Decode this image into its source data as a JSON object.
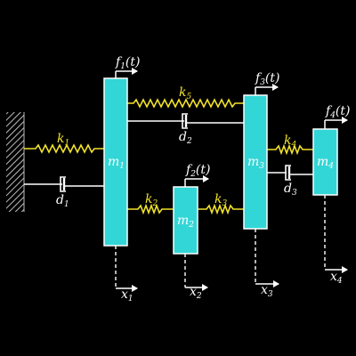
{
  "colors": {
    "background": "#000000",
    "mass_fill": "#33d6d6",
    "mass_stroke": "#ffffff",
    "spring": "#f2e32b",
    "damper": "#ffffff",
    "label_yellow": "#f2e32b",
    "label_white": "#ffffff",
    "wall_hatch": "#bbbbbb"
  },
  "masses": [
    {
      "label": "m",
      "sub": "1"
    },
    {
      "label": "m",
      "sub": "2"
    },
    {
      "label": "m",
      "sub": "3"
    },
    {
      "label": "m",
      "sub": "4"
    }
  ],
  "springs": [
    {
      "label": "k",
      "sub": "1"
    },
    {
      "label": "k",
      "sub": "2"
    },
    {
      "label": "k",
      "sub": "3"
    },
    {
      "label": "k",
      "sub": "4"
    },
    {
      "label": "k",
      "sub": "5"
    }
  ],
  "dampers": [
    {
      "label": "d",
      "sub": "1"
    },
    {
      "label": "d",
      "sub": "2"
    },
    {
      "label": "d",
      "sub": "3"
    }
  ],
  "forces": [
    {
      "label": "f",
      "sub": "1",
      "arg": "(t)"
    },
    {
      "label": "f",
      "sub": "2",
      "arg": "(t)"
    },
    {
      "label": "f",
      "sub": "3",
      "arg": "(t)"
    },
    {
      "label": "f",
      "sub": "4",
      "arg": "(t)"
    }
  ],
  "displacements": [
    {
      "label": "x",
      "sub": "1"
    },
    {
      "label": "x",
      "sub": "2"
    },
    {
      "label": "x",
      "sub": "3"
    },
    {
      "label": "x",
      "sub": "4"
    }
  ]
}
